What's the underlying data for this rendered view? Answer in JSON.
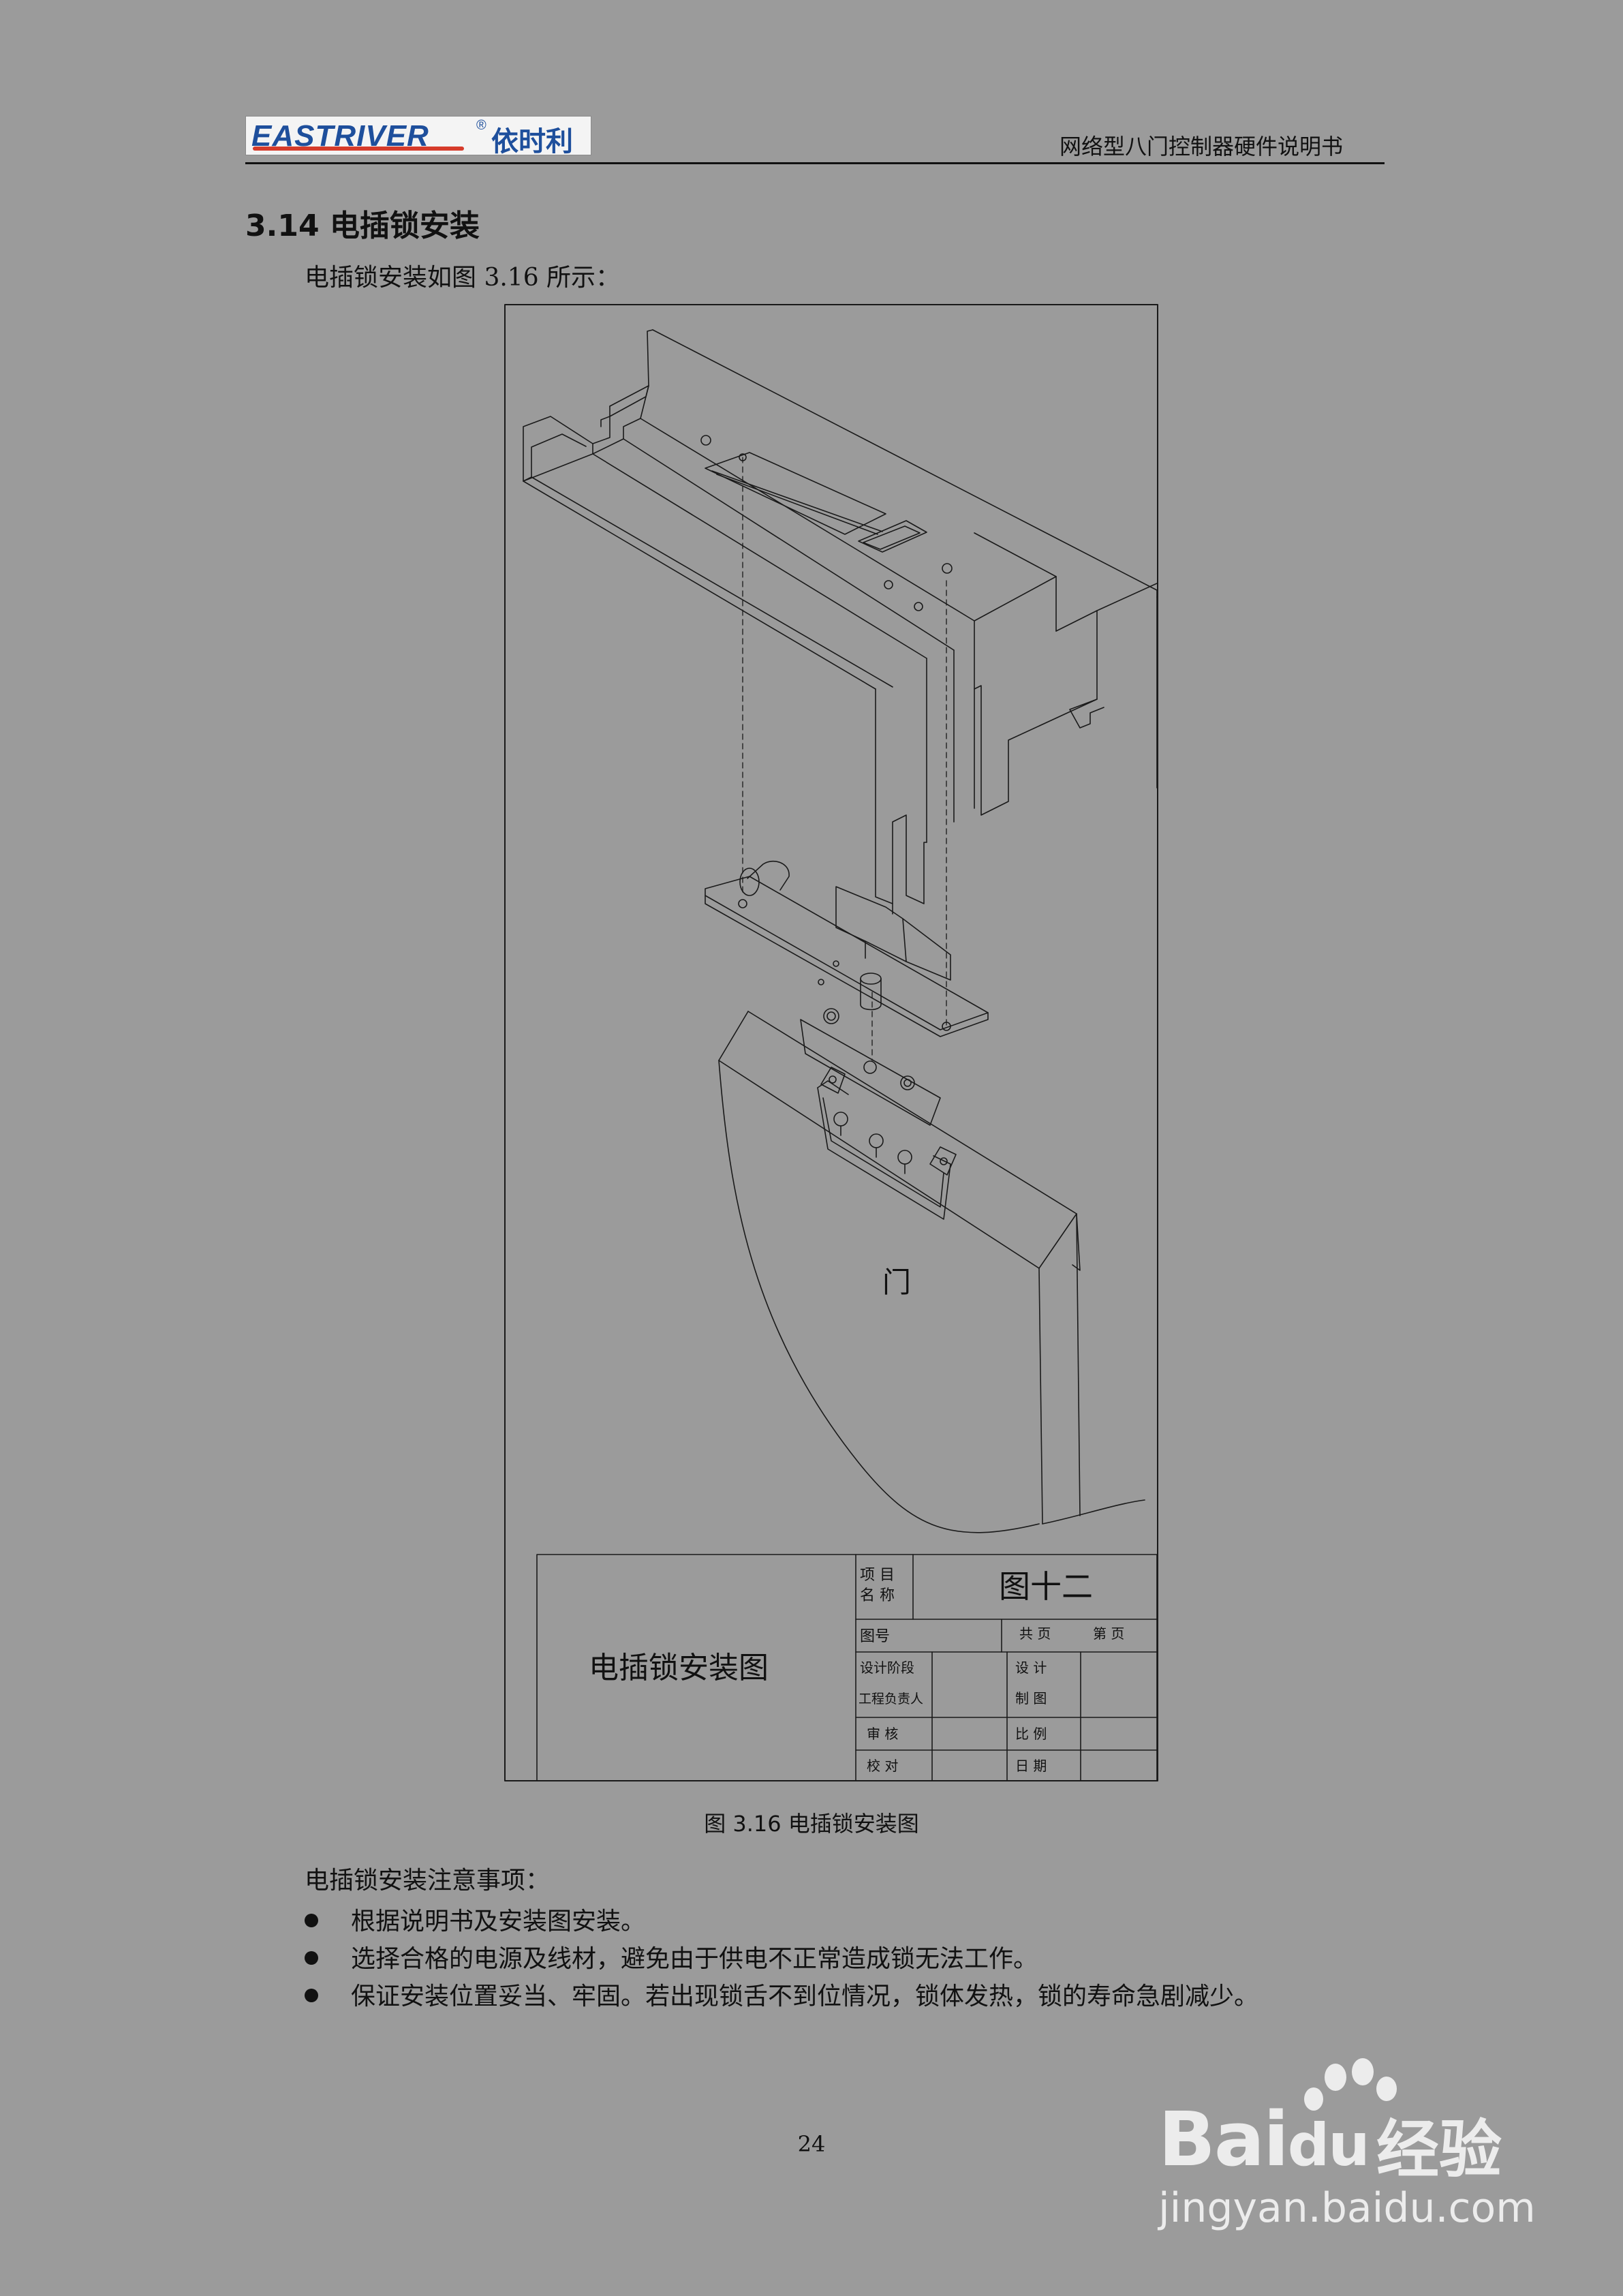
{
  "header": {
    "logo_text": "EASTRIVER",
    "logo_registered": "®",
    "logo_cn": "依时利",
    "title": "网络型八门控制器硬件说明书"
  },
  "section": {
    "title": "3.14  电插锁安装",
    "intro": "电插锁安装如图  3.16 所示："
  },
  "figure": {
    "door_label": "门",
    "title_block": {
      "drawing_name": "电插锁安装图",
      "project_label_1": "项  目",
      "project_label_2": "名  称",
      "project_value": "图十二",
      "drawing_no_label": "图号",
      "total_pages_label": "共  页",
      "page_label": "第  页",
      "design_stage_label": "设计阶段",
      "design_label": "设  计",
      "engineer_label": "工程负责人",
      "drafting_label": "制  图",
      "review_label": "审  核",
      "scale_label": "比  例",
      "proofread_label": "校  对",
      "date_label": "日  期"
    },
    "caption": "图  3.16    电插锁安装图"
  },
  "notes": {
    "title": "电插锁安装注意事项：",
    "items": [
      "根据说明书及安装图安装。",
      "选择合格的电源及线材，避免由于供电不正常造成锁无法工作。",
      "保证安装位置妥当、牢固。若出现锁舌不到位情况，锁体发热，锁的寿命急剧减少。"
    ]
  },
  "page_number": "24",
  "watermark": {
    "brand": "Bai",
    "brand_suffix": "du",
    "product": "经验",
    "url": "jingyan.baidu.com"
  }
}
